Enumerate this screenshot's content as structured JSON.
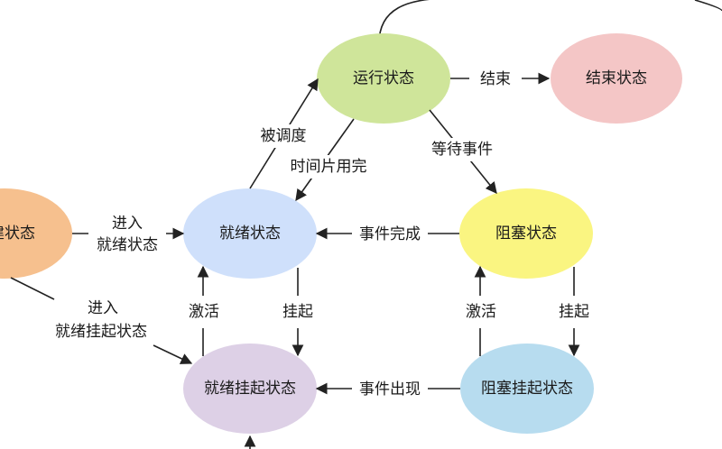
{
  "nodes": {
    "running": {
      "label": "运行状态",
      "color": "#cfe59a"
    },
    "terminated": {
      "label": "结束状态",
      "color": "#f4c6c6"
    },
    "new": {
      "label": "创建状态",
      "color": "#f6c08e"
    },
    "ready": {
      "label": "就绪状态",
      "color": "#cfe0fb"
    },
    "blocked": {
      "label": "阻塞状态",
      "color": "#faf581"
    },
    "ready_suspended": {
      "label": "就绪挂起状态",
      "color": "#ddd0e6"
    },
    "blocked_suspended": {
      "label": "阻塞挂起状态",
      "color": "#b7dcef"
    }
  },
  "edges": {
    "end": "结束",
    "dispatch": "被调度",
    "timeslice": "时间片用完",
    "wait_event": "等待事件",
    "event_done": "事件完成",
    "enter_ready_1": "进入",
    "enter_ready_2": "就绪状态",
    "enter_rs_1": "进入",
    "enter_rs_2": "就绪挂起状态",
    "activate_left": "激活",
    "suspend_left": "挂起",
    "activate_right": "激活",
    "suspend_right": "挂起",
    "event_appear": "事件出现"
  }
}
